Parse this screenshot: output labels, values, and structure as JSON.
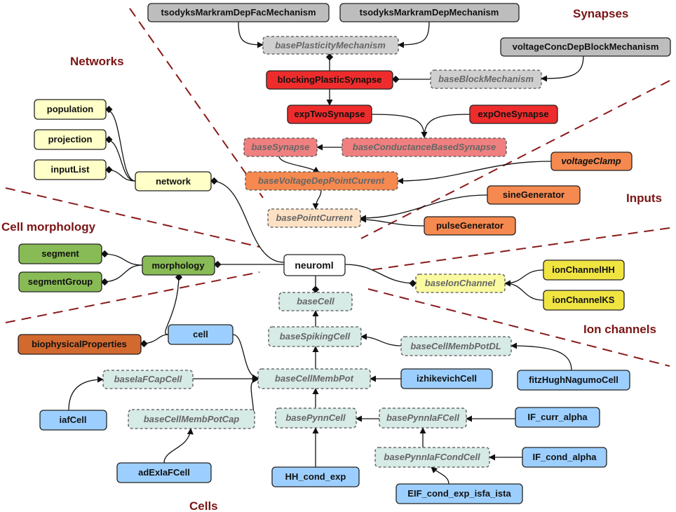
{
  "diagram": {
    "regions": {
      "synapses": "Synapses",
      "networks": "Networks",
      "inputs": "Inputs",
      "cell_morphology": "Cell morphology",
      "ion_channels": "Ion channels",
      "cells": "Cells"
    },
    "nodes": {
      "tsodyksMarkramDepFacMechanism": "tsodyksMarkramDepFacMechanism",
      "tsodyksMarkramDepMechanism": "tsodyksMarkramDepMechanism",
      "basePlasticityMechanism": "basePlasticityMechanism",
      "voltageConcDepBlockMechanism": "voltageConcDepBlockMechanism",
      "blockingPlasticSynapse": "blockingPlasticSynapse",
      "baseBlockMechanism": "baseBlockMechanism",
      "expTwoSynapse": "expTwoSynapse",
      "expOneSynapse": "expOneSynapse",
      "baseSynapse": "baseSynapse",
      "baseConductanceBasedSynapse": "baseConductanceBasedSynapse",
      "voltageClamp": "voltageClamp",
      "baseVoltageDepPointCurrent": "baseVoltageDepPointCurrent",
      "sineGenerator": "sineGenerator",
      "basePointCurrent": "basePointCurrent",
      "pulseGenerator": "pulseGenerator",
      "population": "population",
      "projection": "projection",
      "inputList": "inputList",
      "network": "network",
      "segment": "segment",
      "segmentGroup": "segmentGroup",
      "morphology": "morphology",
      "neuroml": "neuroml",
      "baseIonChannel": "baseIonChannel",
      "ionChannelHH": "ionChannelHH",
      "ionChannelKS": "ionChannelKS",
      "baseCell": "baseCell",
      "baseSpikingCell": "baseSpikingCell",
      "baseCellMembPotDL": "baseCellMembPotDL",
      "biophysicalProperties": "biophysicalProperties",
      "cell": "cell",
      "baseIaFCapCell": "baseIaFCapCell",
      "baseCellMembPot": "baseCellMembPot",
      "izhikevichCell": "izhikevichCell",
      "fitzHughNagumoCell": "fitzHughNagumoCell",
      "iafCell": "iafCell",
      "baseCellMembPotCap": "baseCellMembPotCap",
      "basePynnCell": "basePynnCell",
      "basePynnIaFCell": "basePynnIaFCell",
      "IF_curr_alpha": "IF_curr_alpha",
      "basePynnIaFCondCell": "basePynnIaFCondCell",
      "IF_cond_alpha": "IF_cond_alpha",
      "adExIaFCell": "adExIaFCell",
      "HH_cond_exp": "HH_cond_exp",
      "EIF_cond_exp_isfa_ista": "EIF_cond_exp_isfa_ista"
    }
  },
  "colors": {
    "gray": "#bdbdbd",
    "gray_abstract": "#cfcfcf",
    "red": "#ee2c2c",
    "red_abstract": "#f08080",
    "orange": "#f5894f",
    "orange_light": "#ffc08a",
    "orange_abstract": "#fde1c4",
    "yellow_light": "#ffffc8",
    "green": "#88bb55",
    "yellow": "#f0e442",
    "yellow_abstract": "#fafaa0",
    "blue": "#9ccfff",
    "blue_abstract": "#d6eae6",
    "brown": "#d2692f",
    "divider": "#8b1a1a",
    "region_label": "#7b1414"
  }
}
